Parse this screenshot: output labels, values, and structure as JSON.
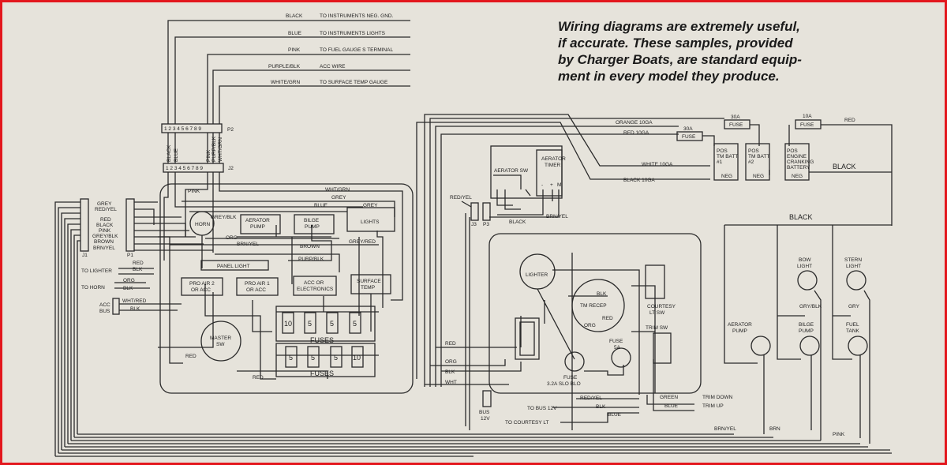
{
  "caption": [
    "Wiring diagrams are extremely useful,",
    "if accurate. These samples, provided",
    "by Charger Boats, are standard equip-",
    "ment in every model they produce."
  ],
  "top_wires": [
    {
      "color": "BLACK",
      "dest": "TO INSTRUMENTS NEG. GND."
    },
    {
      "color": "BLUE",
      "dest": "TO INSTRUMENTS LIGHTS"
    },
    {
      "color": "PINK",
      "dest": "TO FUEL GAUGE S TERMINAL"
    },
    {
      "color": "PURPLE/BLK",
      "dest": "ACC WIRE"
    },
    {
      "color": "WHITE/GRN",
      "dest": "TO SURFACE TEMP GAUGE"
    }
  ],
  "connectors": {
    "p2": "P2",
    "j2": "J2",
    "j1": "J1",
    "p1": "P1",
    "j3": "J3",
    "p3": "P3",
    "pins": "1 2 3 4 5 6 7 8 9"
  },
  "j2_wires": [
    "BLACK",
    "BLUE",
    "PINK",
    "PURP/BLK",
    "WHT/GRN"
  ],
  "j1_wires": [
    "GREY",
    "RED/YEL",
    "RED",
    "BLACK",
    "PINK",
    "GREY/BLK",
    "BROWN",
    "BRN/YEL"
  ],
  "left_panel": {
    "wire_labels": {
      "pink": "PINK",
      "wht_grn": "WHT/GRN",
      "grey": "GREY",
      "blue": "BLUE",
      "grey2": "GREY",
      "grey_blk": "GREY/BLK",
      "org": "ORG",
      "brn_yel": "BRN/YEL",
      "brown": "BROWN",
      "grey_red": "GREY/RED",
      "purp_blk": "PURP/BLK",
      "red1": "RED",
      "red2": "RED"
    },
    "horn": "HORN",
    "aerator_pump": [
      "AERATOR",
      "PUMP"
    ],
    "bilge_pump": [
      "BILGE",
      "PUMP"
    ],
    "lights": "LIGHTS",
    "panel_light": "PANEL LIGHT",
    "pro_air2": [
      "PRO AIR 2",
      "OR ACC"
    ],
    "pro_air1": [
      "PRO AIR 1",
      "OR ACC"
    ],
    "acc_electronics": [
      "ACC OR",
      "ELECTRONICS"
    ],
    "surface_temp": [
      "SURFACE",
      "TEMP"
    ],
    "master_sw": [
      "MASTER",
      "SW"
    ],
    "fuses_top": [
      "10",
      "5",
      "5",
      "5"
    ],
    "fuses_bottom": [
      "5",
      "5",
      "5",
      "10"
    ],
    "fuses_label": "FUSES",
    "to_lighter": "TO LIGHTER",
    "to_horn": "TO HORN",
    "lighter_wires": [
      "RED",
      "BLK"
    ],
    "horn_wires": [
      "ORG",
      "BLK"
    ],
    "acc_bus": [
      "ACC",
      "BUS"
    ],
    "acc_wires": [
      "WHT/RED",
      "BLK"
    ]
  },
  "battery": {
    "orange": "ORANGE 10GA",
    "red": "RED 10GA",
    "white": "WHITE 10GA",
    "black10": "BLACK 10GA",
    "fuse30a_1": "30A",
    "fuse30a_2": "30A",
    "fuse10a": "10A",
    "fuse": "FUSE",
    "red_out": "RED",
    "black_out": "BLACK",
    "batt1": [
      "POS",
      "TM BATT",
      "#1",
      "NEG"
    ],
    "batt2": [
      "POS",
      "TM BATT",
      "#2",
      "NEG"
    ],
    "batt3": [
      "POS",
      "ENGINE",
      "CRANKING",
      "BATTERY",
      "NEG"
    ]
  },
  "aerator": {
    "sw": "AERATOR SW",
    "timer": [
      "AERATOR",
      "TIMER"
    ],
    "terms": [
      "-",
      "+",
      "M"
    ],
    "red_yel": "RED/YEL",
    "black": "BLACK",
    "brn_yel": "BRN/YEL"
  },
  "console": {
    "lighter": "LIGHTER",
    "tm_recep": "TM RECEP",
    "recep_pins": [
      "BLK",
      "RED",
      "ORG"
    ],
    "courtesy": [
      "COURTESY",
      "LT    SW"
    ],
    "trim_sw": "TRIM SW",
    "fuse5": [
      "FUSE",
      "5A"
    ],
    "fuse32": [
      "FUSE",
      "3.2A SLO BLO"
    ],
    "left_wires": [
      "RED",
      "ORG",
      "BLK",
      "WHT"
    ],
    "bus": [
      "BUS",
      "12V"
    ],
    "to_bus": "TO BUS 12V",
    "to_courtesy": "TO COURTESY LT",
    "out_wires": [
      "RED/YEL",
      "BLK",
      "BLUE"
    ],
    "trim_wires": [
      "GREEN",
      "BLUE"
    ],
    "trim_dest": [
      "TRIM DOWN",
      "TRIM UP"
    ]
  },
  "stern": {
    "black": "BLACK",
    "bow": [
      "BOW",
      "LIGHT"
    ],
    "stern": [
      "STERN",
      "LIGHT"
    ],
    "gry_blk": "GRY/BLK",
    "gry": "GRY",
    "aerator": [
      "AERATOR",
      "PUMP"
    ],
    "bilge": [
      "BILGE",
      "PUMP"
    ],
    "fuel": [
      "FUEL",
      "TANK"
    ],
    "bottom": [
      "BRN/YEL",
      "BRN",
      "PINK"
    ]
  }
}
